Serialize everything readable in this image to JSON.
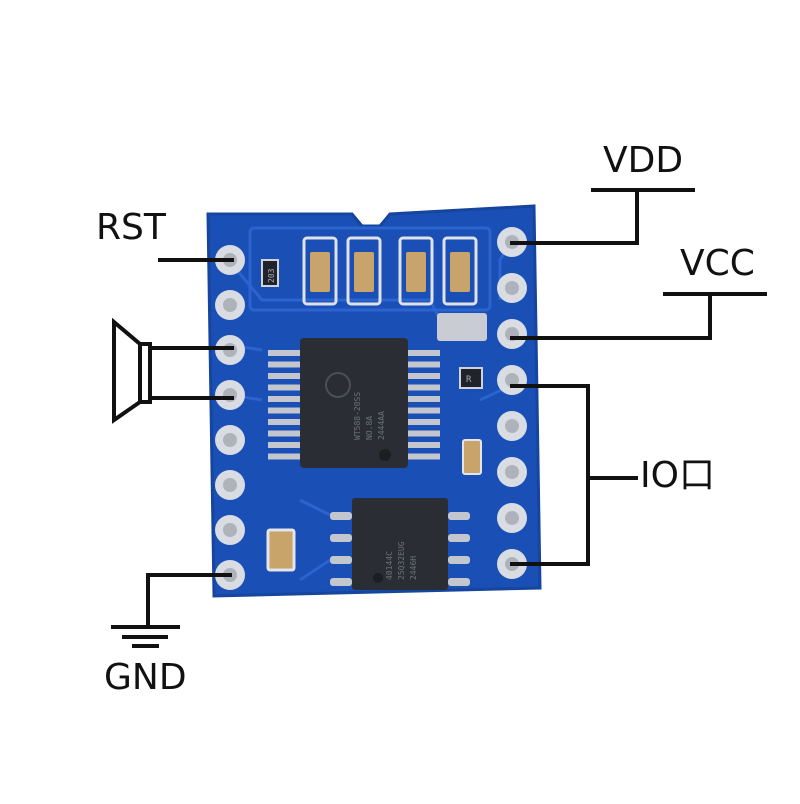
{
  "labels": {
    "rst": "RST",
    "vdd": "VDD",
    "vcc": "VCC",
    "io": "IO口",
    "gnd": "GND"
  },
  "chip_markings": {
    "main_chip_lines": [
      "WT588-20SS",
      "NO.8A",
      "2444AA"
    ],
    "flash_chip_lines": [
      "40144C",
      "25Q32EUG",
      "2446H"
    ],
    "resistor_codes": [
      "203",
      "R"
    ]
  },
  "colors": {
    "pcb": "#1a4fb5",
    "pcb_edge": "#16459e",
    "trace": "#2b63cf",
    "pad_ring": "#d9dce3",
    "chip": "#2a2d33",
    "line": "#111111",
    "label": "#111111"
  },
  "icons": {
    "speaker": "speaker-icon",
    "ground": "ground-symbol-icon"
  }
}
